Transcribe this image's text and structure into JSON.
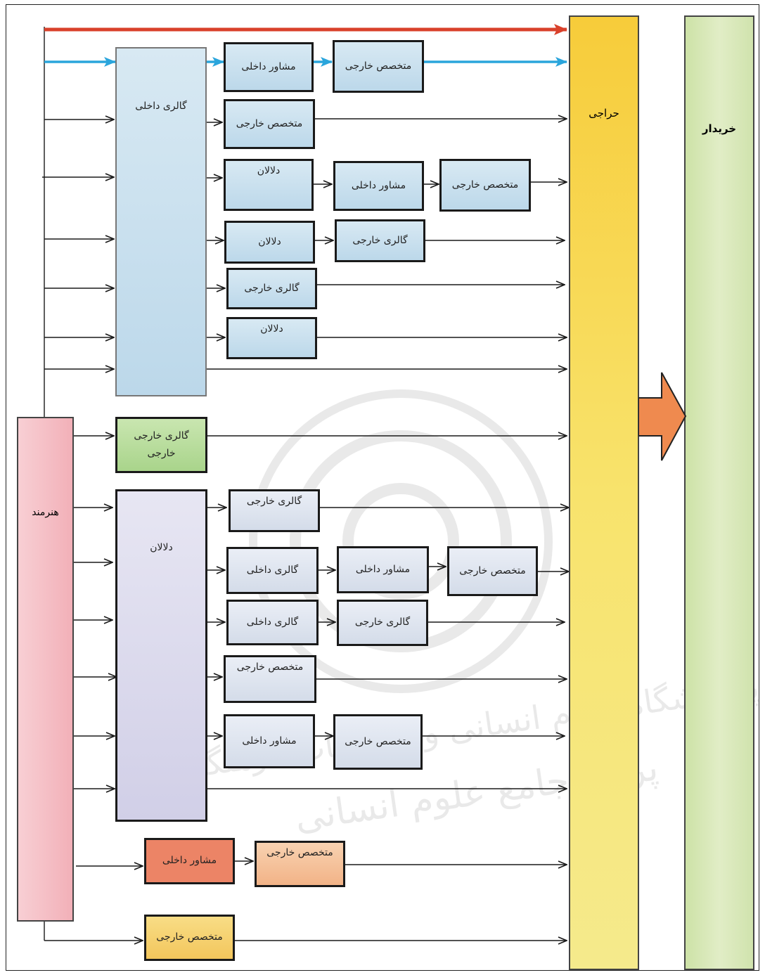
{
  "columns": {
    "artist": "هنرمند",
    "auction": "حراجی",
    "buyer": "خریدار"
  },
  "groups": {
    "domestic_gallery": "گالری داخلی",
    "foreign_gallery": "گالری خارجی",
    "foreign_gallery_sub": "خارجی",
    "dealers": "دلالان"
  },
  "nodes": {
    "n1": "مشاور داخلی",
    "n2": "متخصص خارجی",
    "n3": "متخصص خارجی",
    "n4": "دلالان",
    "n5": "مشاور داخلی",
    "n6": "متخصص خارجی",
    "n7": "دلالان",
    "n8": "گالری خارجی",
    "n9": "گالری خارجی",
    "n10": "دلالان",
    "n11": "گالری خارجی",
    "n12": "گالری داخلی",
    "n13": "مشاور داخلی",
    "n14": "متخصص خارجی",
    "n15": "گالری داخلی",
    "n16": "گالری خارجی",
    "n17": "متخصص خارجی",
    "n18": "مشاور داخلی",
    "n19": "متخصص خارجی",
    "n20": "مشاور داخلی",
    "n21": "متخصص خارجی",
    "n22": "متخصص خارجی"
  },
  "watermark": {
    "line1": "پژوهشگاه علوم انسانی و مطالعات فرهنگی",
    "line2": "پرتال جامع علوم انسانی"
  },
  "colors": {
    "artist": "#f2b8bf",
    "auction": "#f6d858",
    "buyer": "#d5e7b4",
    "domestic_gallery": "#bcdcef",
    "foreign_gallery": "#a9d48b",
    "dealers": "#cfcce6",
    "advisor_orange": "#ec8466",
    "expert_peach": "#f4c19c",
    "expert_yellow": "#f5d26d",
    "red_arrow": "#d9412b",
    "blue_arrow": "#2aa5dc",
    "big_arrow": "#ef8a4f"
  }
}
